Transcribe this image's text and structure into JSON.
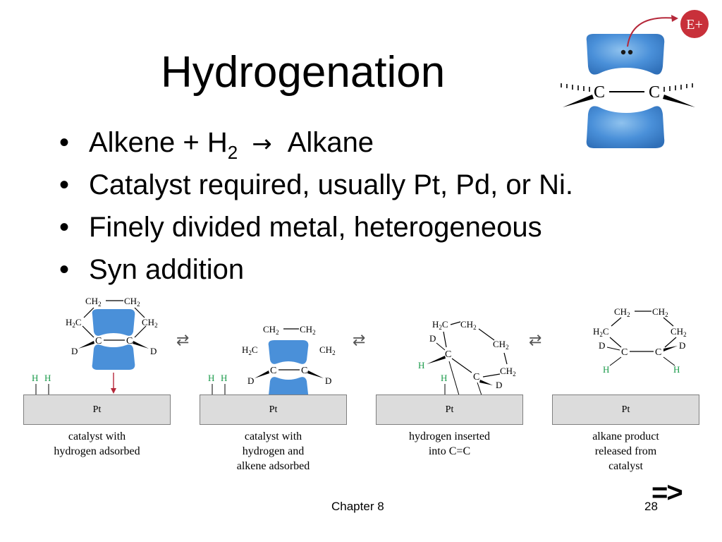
{
  "slide": {
    "title": "Hydrogenation",
    "bullets": [
      {
        "before": "Alkene + H",
        "sub": "2",
        "arrow": "→",
        "after": "Alkane"
      },
      {
        "text": "Catalyst required, usually Pt, Pd, or Ni."
      },
      {
        "text": "Finely divided metal, heterogeneous"
      },
      {
        "text": "Syn addition"
      }
    ],
    "bullet_glyph": "•",
    "footer_chapter": "Chapter 8",
    "page_number": "28",
    "next_marker": "=>"
  },
  "orbital_diagram": {
    "electrophile": "E+",
    "carbon": "C"
  },
  "mechanism": {
    "equilibrium_glyph": "⇄",
    "metal_label": "Pt",
    "steps": [
      {
        "caption": [
          "catalyst with",
          "hydrogen adsorbed"
        ]
      },
      {
        "caption": [
          "catalyst with",
          "hydrogen and",
          "alkene adsorbed"
        ]
      },
      {
        "caption": [
          "hydrogen inserted",
          "into C=C"
        ]
      },
      {
        "caption": [
          "alkane product",
          "released from",
          "catalyst"
        ]
      }
    ]
  },
  "colors": {
    "orbital_blue": "#4a90d9",
    "orbital_dark": "#2f6fb8",
    "hydrogen_green": "#1a9a4a",
    "electrophile_red": "#c8303a",
    "adsorb_arrow": "#b5283a",
    "catalyst_gray": "#dcdcdc"
  }
}
